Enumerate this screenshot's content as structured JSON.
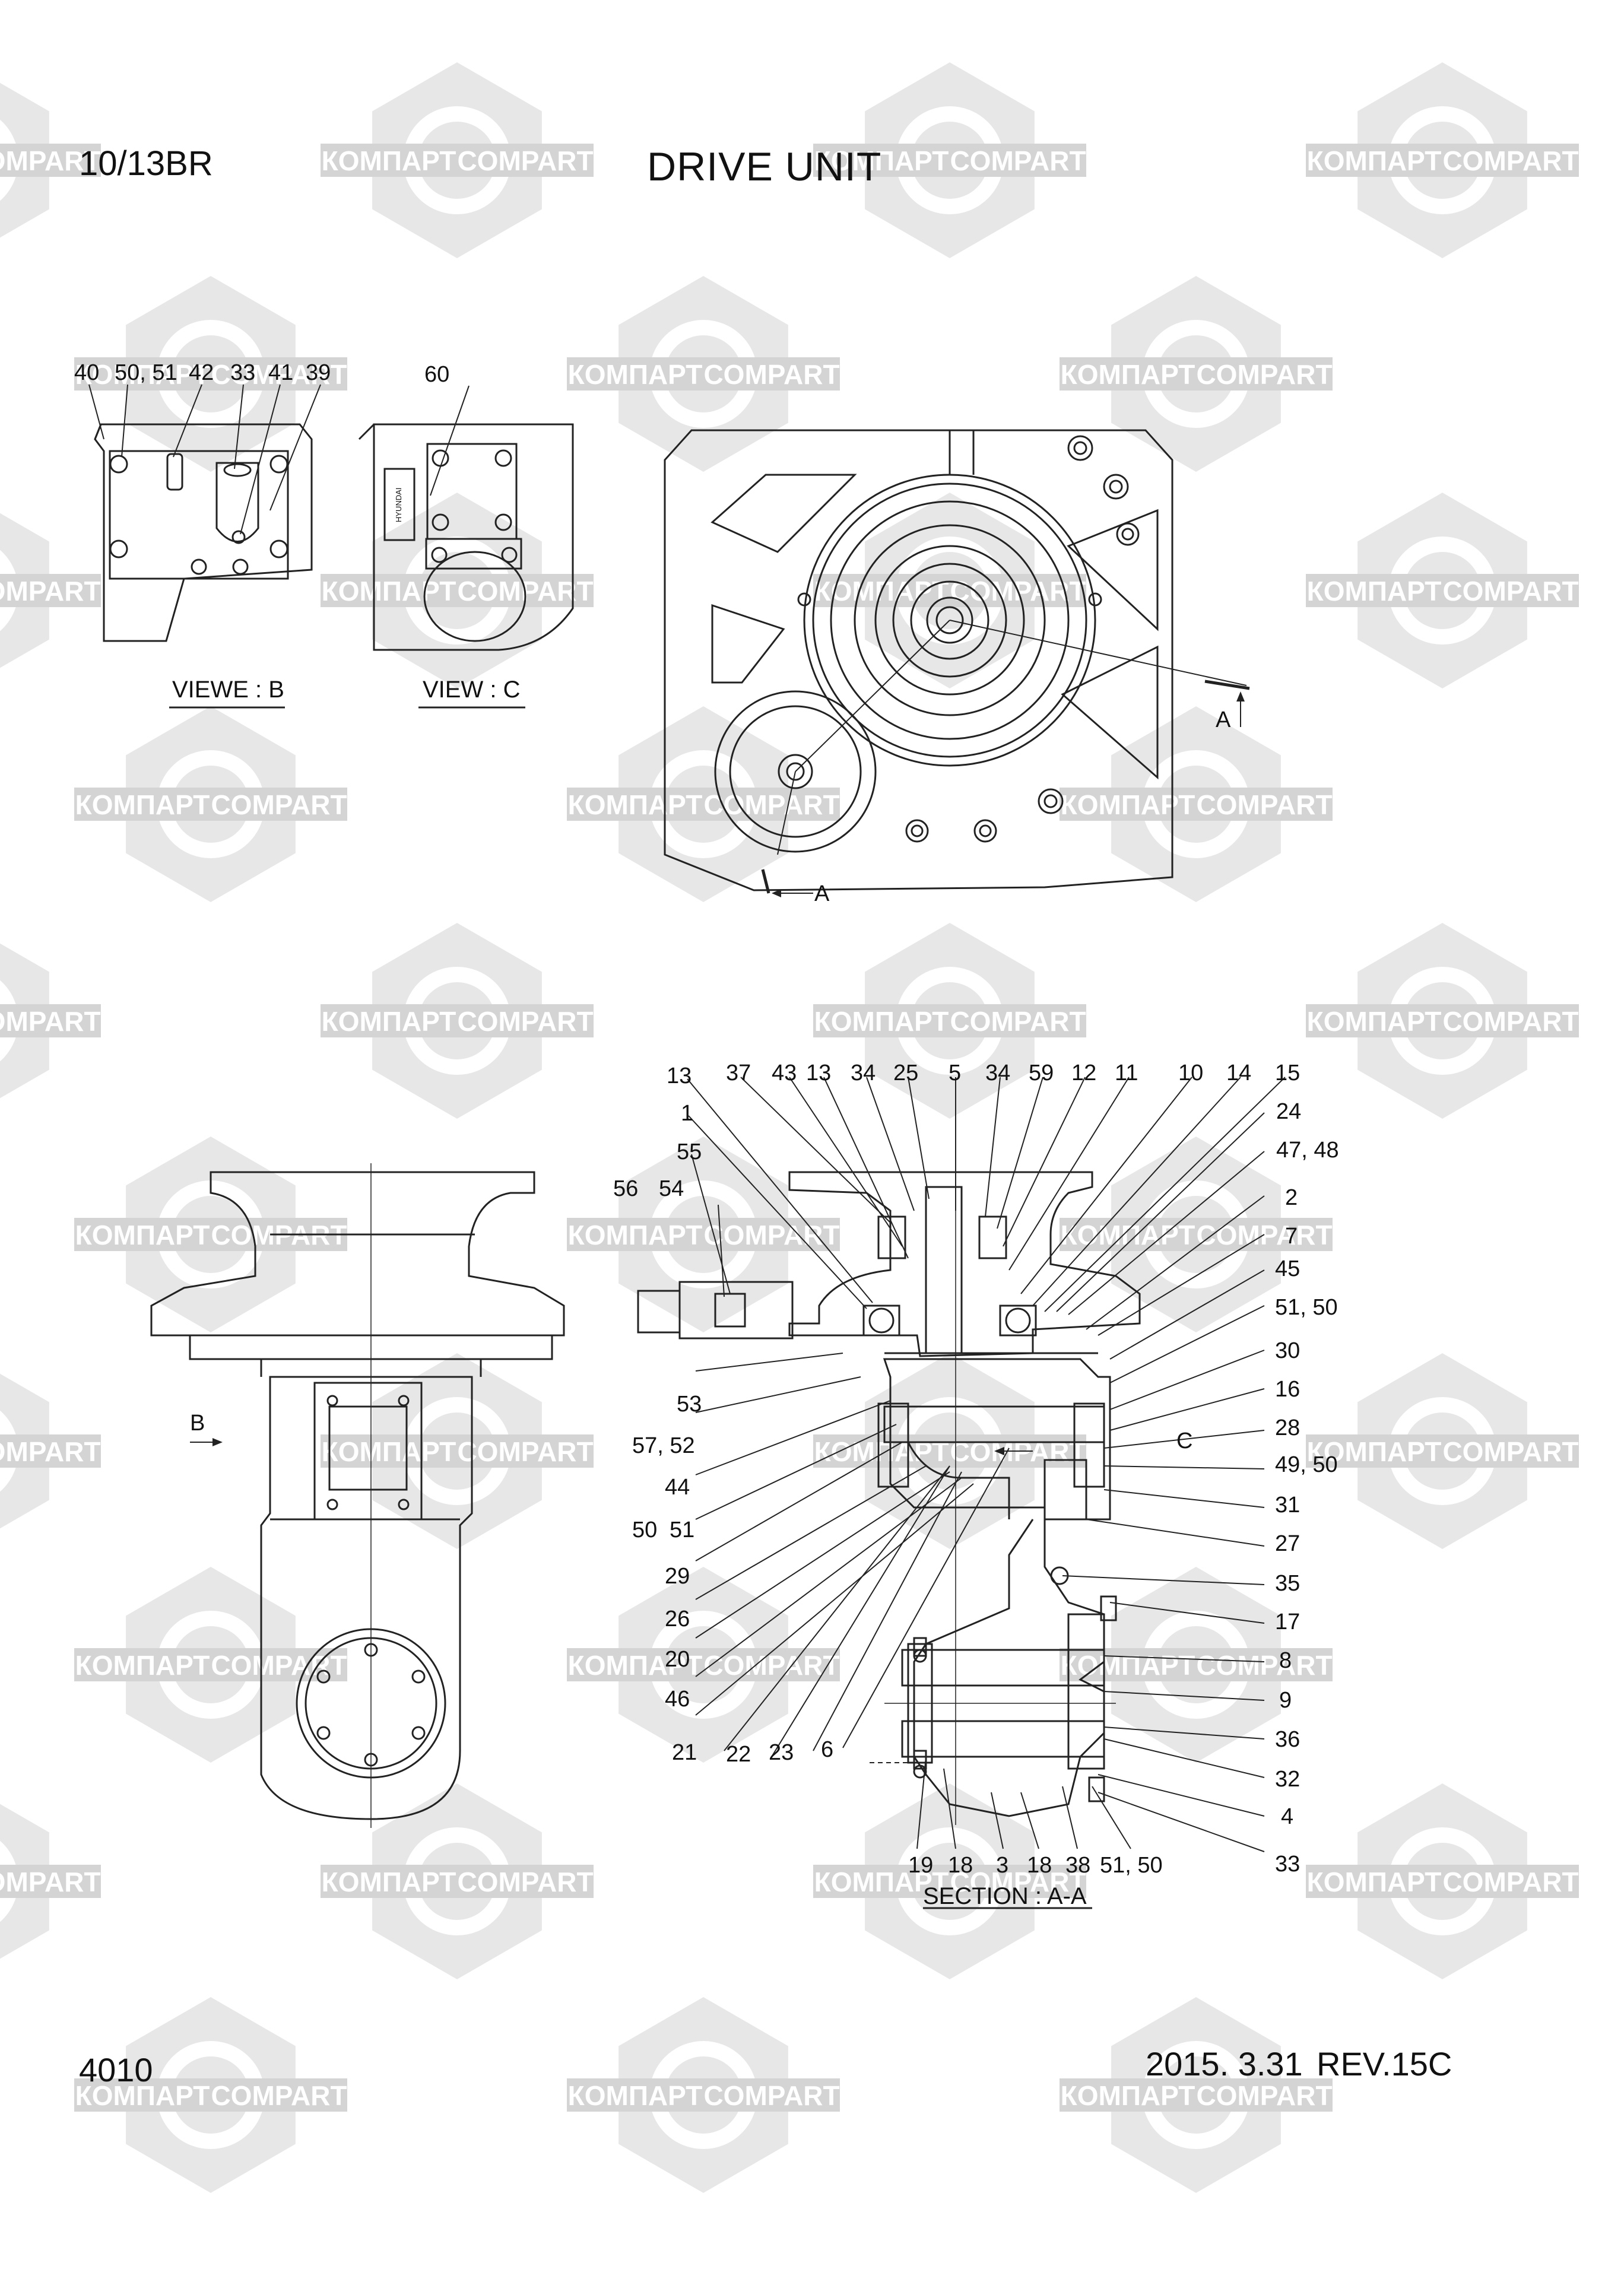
{
  "header": {
    "model": "10/13BR",
    "title": "DRIVE UNIT"
  },
  "footer": {
    "page_number": "4010",
    "date": "2015. 3.31",
    "revision": "REV.15C"
  },
  "watermark": {
    "text_cyrillic": "КОМПАРТ",
    "text_latin": "COMPART"
  },
  "views": {
    "view_b": {
      "caption": "VIEWE : B",
      "callouts": [
        "40",
        "50, 51",
        "42",
        "33",
        "41",
        "39"
      ]
    },
    "view_c": {
      "caption": "VIEW : C",
      "callouts": [
        "60"
      ],
      "nameplate_brand": "HYUNDAI"
    },
    "top_view": {
      "section_markers": [
        "A",
        "A"
      ]
    },
    "side_view": {
      "view_arrow": "B"
    },
    "section_aa": {
      "caption": "SECTION : A-A",
      "view_arrow": "C",
      "top_callouts": [
        "13",
        "37",
        "43",
        "13",
        "34",
        "25",
        "5",
        "34",
        "59",
        "12",
        "11",
        "10",
        "14",
        "15"
      ],
      "right_callouts": [
        "24",
        "47, 48",
        "2",
        "7",
        "45",
        "51, 50",
        "30",
        "16",
        "28",
        "49, 50",
        "31",
        "27",
        "35",
        "17",
        "8",
        "9",
        "36",
        "32",
        "4",
        "33"
      ],
      "left_callouts": [
        "1",
        "55",
        "56",
        "54",
        "53",
        "57, 52",
        "44",
        "50",
        "51",
        "29",
        "26",
        "20",
        "46",
        "21",
        "22",
        "23",
        "6"
      ],
      "bottom_callouts": [
        "19",
        "18",
        "3",
        "18",
        "38",
        "51, 50"
      ]
    }
  }
}
